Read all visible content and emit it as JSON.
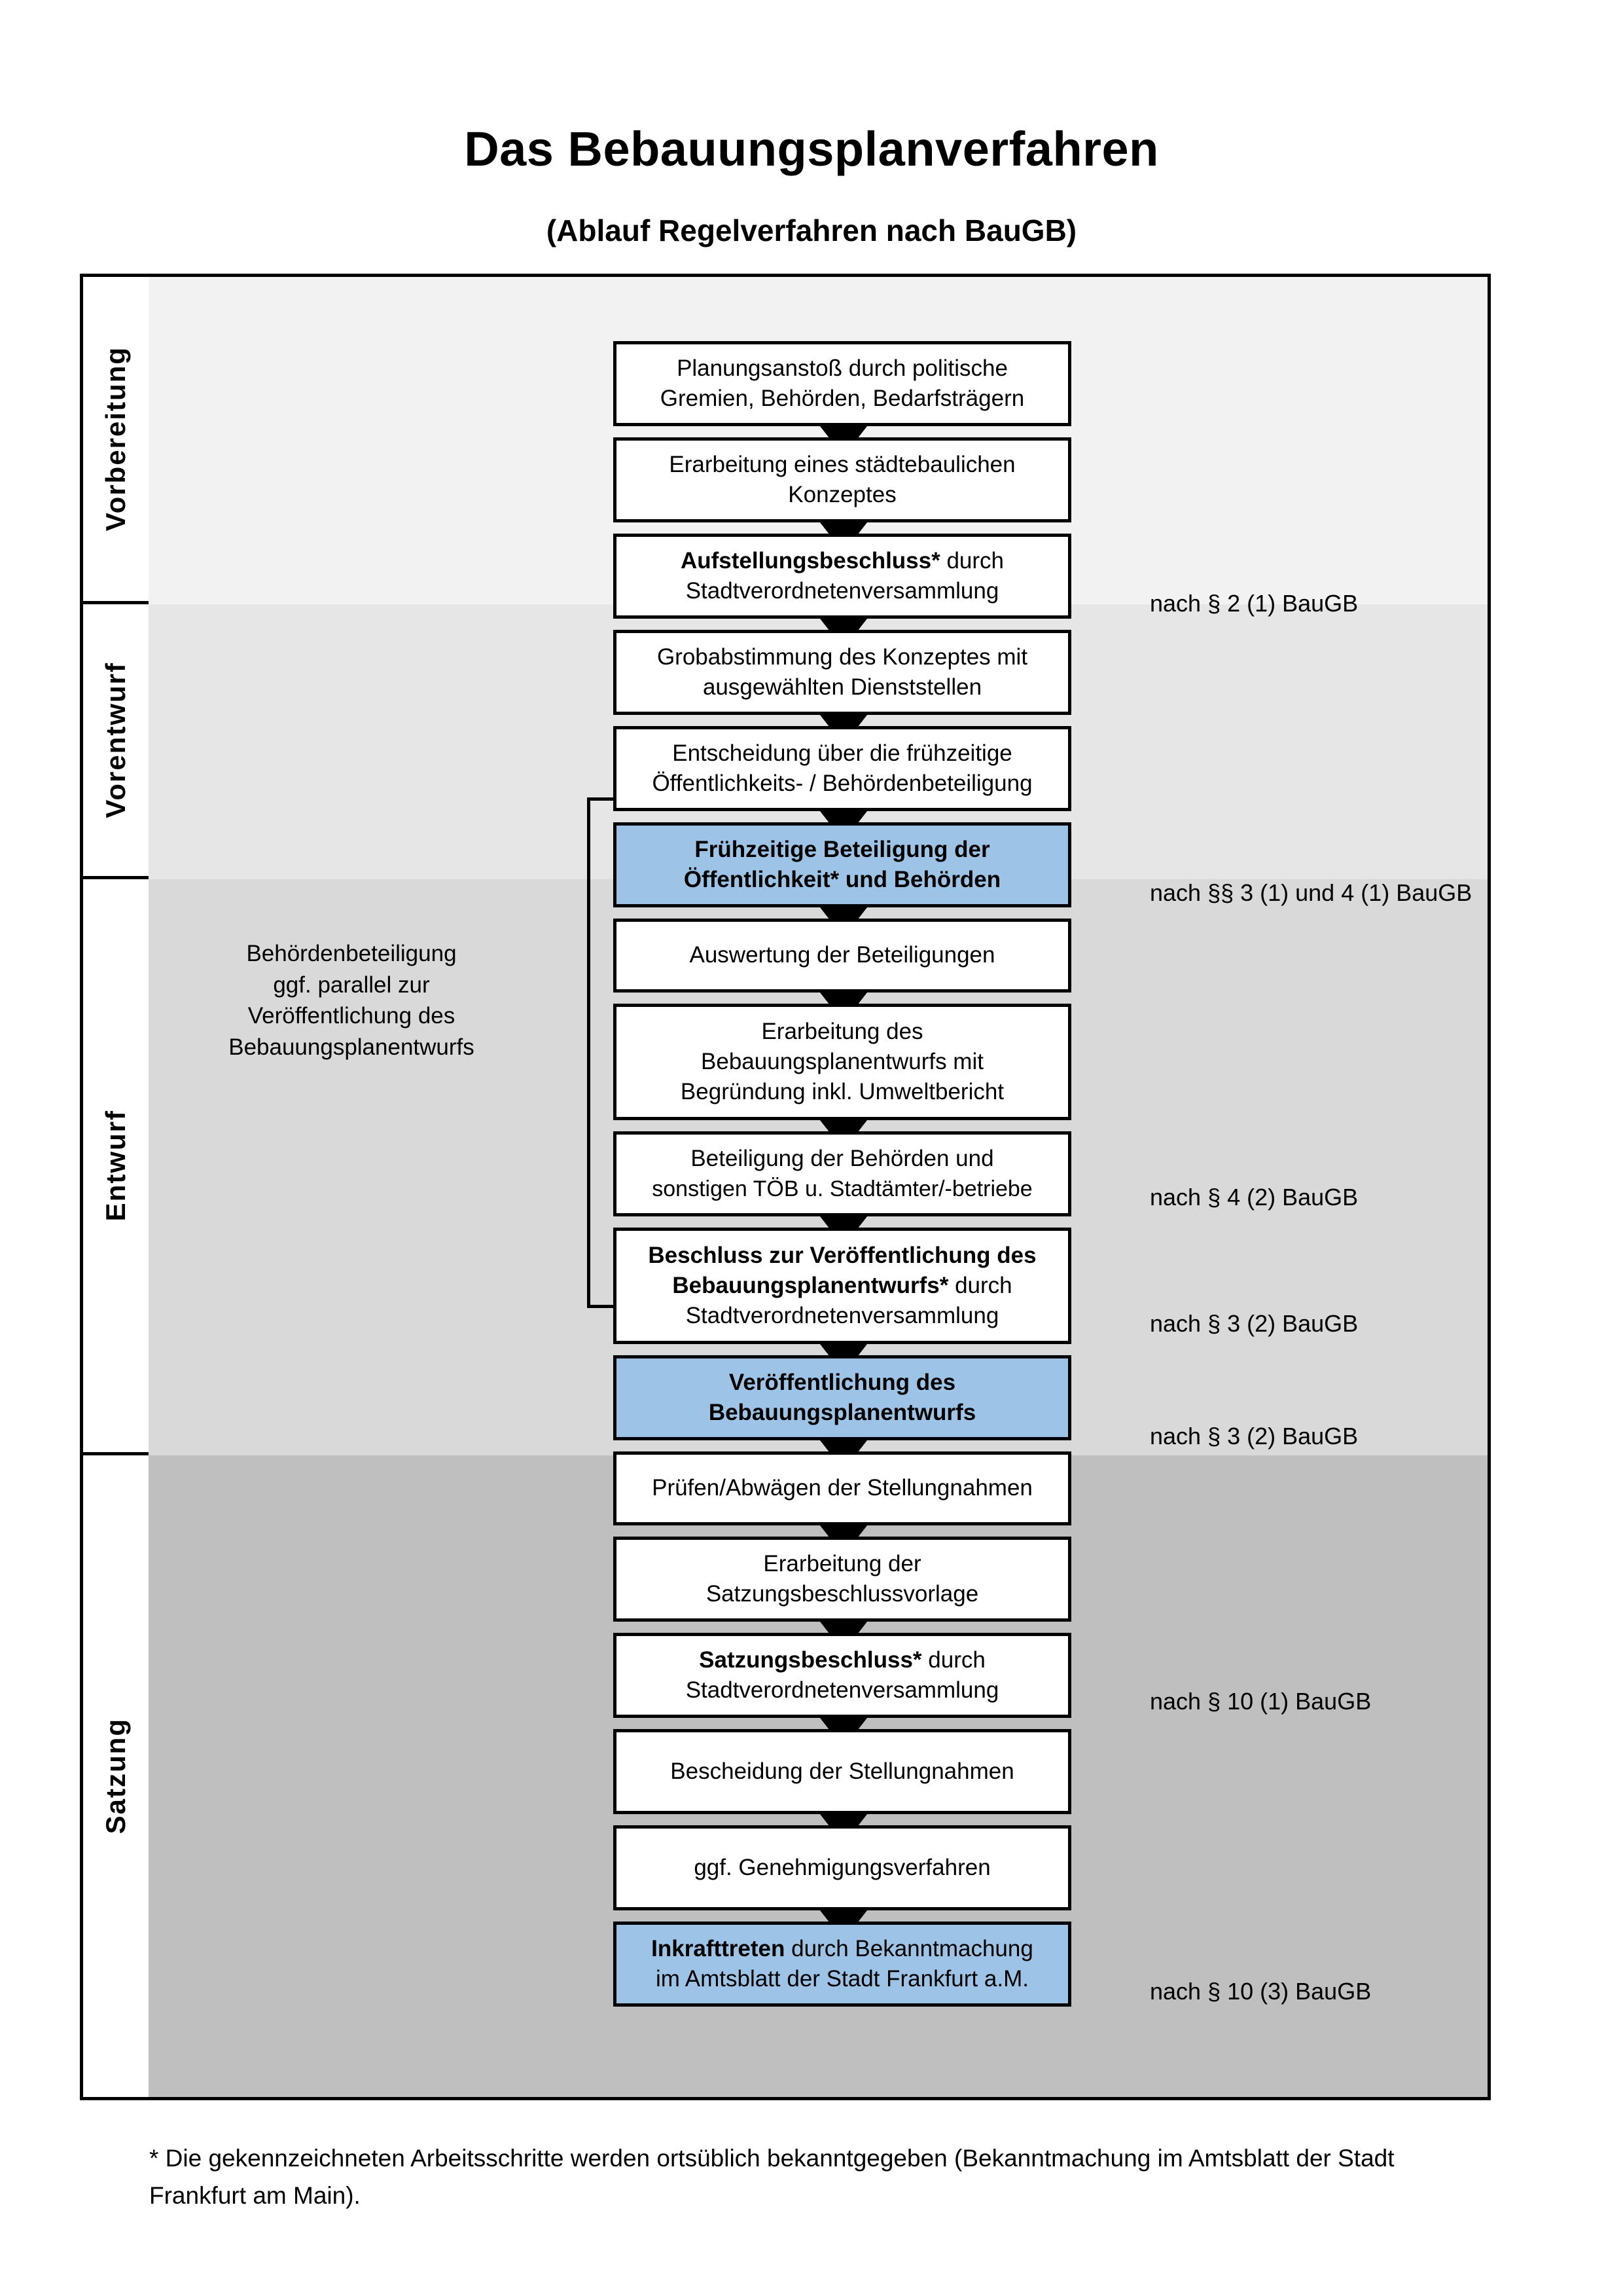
{
  "header": {
    "title": "Das Bebauungsplanverfahren",
    "subtitle": "(Ablauf Regelverfahren nach BauGB)"
  },
  "colors": {
    "highlight_box": "#9DC3E6",
    "band_vorbereitung": "#F2F2F2",
    "band_vorentwurf": "#E6E6E6",
    "band_entwurf": "#D9D9D9",
    "band_satzung": "#BFBFBF",
    "border": "#000000",
    "box_fill": "#FFFFFF"
  },
  "phases": [
    {
      "label": "Vorbereitung"
    },
    {
      "label": "Vorentwurf"
    },
    {
      "label": "Entwurf"
    },
    {
      "label": "Satzung"
    }
  ],
  "steps": [
    {
      "id": "planungsanstoss",
      "lines": [
        "Planungsanstoß durch politische",
        "Gremien, Behörden, Bedarfsträgern"
      ],
      "highlight": false
    },
    {
      "id": "konzept",
      "lines": [
        "Erarbeitung eines städtebaulichen",
        "Konzeptes"
      ],
      "highlight": false
    },
    {
      "id": "aufstellungsbeschluss",
      "lines": [
        "Aufstellungsbeschluss* durch",
        "Stadtverordnetenversammlung"
      ],
      "bold_prefix": "Aufstellungsbeschluss*",
      "bold_rest": " durch",
      "highlight": false
    },
    {
      "id": "grobabstimmung",
      "lines": [
        "Grobabstimmung des Konzeptes mit",
        "ausgewählten Dienststellen"
      ],
      "highlight": false
    },
    {
      "id": "entscheidung-fruehzeitig",
      "lines": [
        "Entscheidung über die frühzeitige",
        "Öffentlichkeits- / Behördenbeteiligung"
      ],
      "highlight": false
    },
    {
      "id": "fruehzeitige-beteiligung",
      "lines": [
        "Frühzeitige Beteiligung der",
        "Öffentlichkeit* und Behörden"
      ],
      "highlight": true
    },
    {
      "id": "auswertung",
      "lines": [
        "Auswertung der Beteiligungen"
      ],
      "highlight": false
    },
    {
      "id": "erarbeitung-entwurf",
      "lines": [
        "Erarbeitung des",
        "Bebauungsplanentwurfs mit",
        "Begründung inkl. Umweltbericht"
      ],
      "highlight": false
    },
    {
      "id": "beteiligung-behoerden",
      "lines": [
        "Beteiligung der Behörden und",
        "sonstigen TÖB u. Stadtämter/-betriebe"
      ],
      "highlight": false
    },
    {
      "id": "beschluss-veroeffentlichung",
      "lines": [
        "Beschluss zur Veröffentlichung des",
        "Bebauungsplanentwurfs* durch",
        "Stadtverordnetenversammlung"
      ],
      "highlight": false
    },
    {
      "id": "veroeffentlichung",
      "lines": [
        "Veröffentlichung des",
        "Bebauungsplanentwurfs"
      ],
      "highlight": true
    },
    {
      "id": "pruefen-abwaegen",
      "lines": [
        "Prüfen/Abwägen der Stellungnahmen"
      ],
      "highlight": false
    },
    {
      "id": "satzungsbeschlussvorlage",
      "lines": [
        "Erarbeitung der",
        "Satzungsbeschlussvorlage"
      ],
      "highlight": false
    },
    {
      "id": "satzungsbeschluss",
      "lines": [
        "Satzungsbeschluss* durch",
        "Stadtverordnetenversammlung"
      ],
      "highlight": false
    },
    {
      "id": "bescheidung",
      "lines": [
        "Bescheidung der Stellungnahmen"
      ],
      "highlight": false
    },
    {
      "id": "genehmigungsverfahren",
      "lines": [
        "ggf. Genehmigungsverfahren"
      ],
      "highlight": false
    },
    {
      "id": "inkrafttreten",
      "lines": [
        "Inkrafttreten durch Bekanntmachung",
        "im Amtsblatt der Stadt Frankfurt a.M."
      ],
      "highlight": true
    }
  ],
  "step_text": {
    "s0l0": "Planungsanstoß durch politische",
    "s0l1": "Gremien, Behörden, Bedarfsträgern",
    "s1l0": "Erarbeitung eines städtebaulichen",
    "s1l1": "Konzeptes",
    "s2l0a": "Aufstellungsbeschluss*",
    "s2l0b": " durch",
    "s2l1": "Stadtverordnetenversammlung",
    "s3l0": "Grobabstimmung des Konzeptes mit",
    "s3l1": "ausgewählten Dienststellen",
    "s4l0": "Entscheidung über die frühzeitige",
    "s4l1": "Öffentlichkeits- / Behördenbeteiligung",
    "s5l0": "Frühzeitige Beteiligung der",
    "s5l1": "Öffentlichkeit* und Behörden",
    "s6l0": "Auswertung der Beteiligungen",
    "s7l0": "Erarbeitung des",
    "s7l1": "Bebauungsplanentwurfs mit",
    "s7l2": "Begründung inkl. Umweltbericht",
    "s8l0": "Beteiligung der Behörden und",
    "s8l1": "sonstigen TÖB u. Stadtämter/-betriebe",
    "s9l0": "Beschluss zur Veröffentlichung des",
    "s9l1a": "Bebauungsplanentwurfs*",
    "s9l1b": " durch",
    "s9l2": "Stadtverordnetenversammlung",
    "s10l0": "Veröffentlichung des",
    "s10l1": "Bebauungsplanentwurfs",
    "s11l0": "Prüfen/Abwägen der Stellungnahmen",
    "s12l0": "Erarbeitung der",
    "s12l1": "Satzungsbeschlussvorlage",
    "s13l0a": "Satzungsbeschluss*",
    "s13l0b": " durch",
    "s13l1": "Stadtverordnetenversammlung",
    "s14l0": "Bescheidung der Stellungnahmen",
    "s15l0": "ggf. Genehmigungsverfahren",
    "s16l0a": "Inkrafttreten",
    "s16l0b": " durch Bekanntmachung",
    "s16l1": "im Amtsblatt der Stadt Frankfurt a.M."
  },
  "annotations": [
    {
      "id": "annot-aufstellungsbeschluss",
      "text": "nach § 2 (1) BauGB"
    },
    {
      "id": "annot-fruehzeitige-beteiligung",
      "text": "nach §§ 3 (1) und 4 (1) BauGB"
    },
    {
      "id": "annot-beteiligung-behoerden",
      "text": "nach § 4 (2) BauGB"
    },
    {
      "id": "annot-beschluss-veroeffentlichung",
      "text": "nach § 3 (2) BauGB"
    },
    {
      "id": "annot-veroeffentlichung",
      "text": "nach § 3 (2) BauGB"
    },
    {
      "id": "annot-satzungsbeschluss",
      "text": "nach § 10 (1) BauGB"
    },
    {
      "id": "annot-inkrafttreten",
      "text": "nach § 10 (3) BauGB"
    }
  ],
  "sidenote": {
    "line1": "Behördenbeteiligung",
    "line2": "ggf. parallel zur",
    "line3": "Veröffentlichung des",
    "line4": "Bebauungsplanentwurfs"
  },
  "footnote": {
    "text": "* Die gekennzeichneten Arbeitsschritte werden ortsüblich bekanntgegeben (Bekanntmachung im Amtsblatt  der Stadt Frankfurt am Main)."
  }
}
